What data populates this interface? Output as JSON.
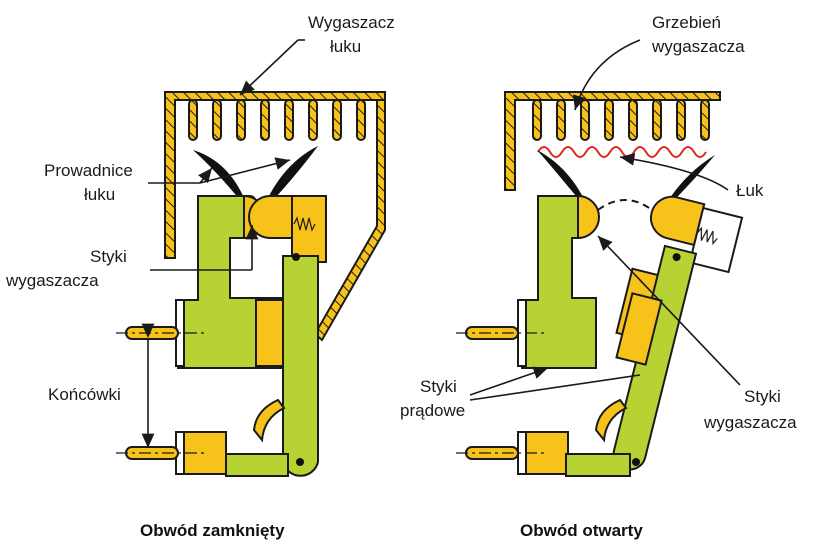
{
  "labels": {
    "wygaszacz_line1": "Wygaszacz",
    "wygaszacz_line2": "łuku",
    "grzebien_line1": "Grzebień",
    "grzebien_line2": "wygaszacza",
    "prowadnice_line1": "Prowadnice",
    "prowadnice_line2": "łuku",
    "styki_wyg_left_line1": "Styki",
    "styki_wyg_left_line2": "wygaszacza",
    "luk": "Łuk",
    "koncowki": "Końcówki",
    "styki_pradowe_line1": "Styki",
    "styki_pradowe_line2": "prądowe",
    "styki_wyg_right_line1": "Styki",
    "styki_wyg_right_line2": "wygaszacza"
  },
  "captions": {
    "left": "Obwód zamknięty",
    "right": "Obwód otwarty"
  },
  "colors": {
    "chute": "#f7c31a",
    "body": "#b7d233",
    "arc": "#e0281e",
    "outline": "#1a1a1a"
  }
}
